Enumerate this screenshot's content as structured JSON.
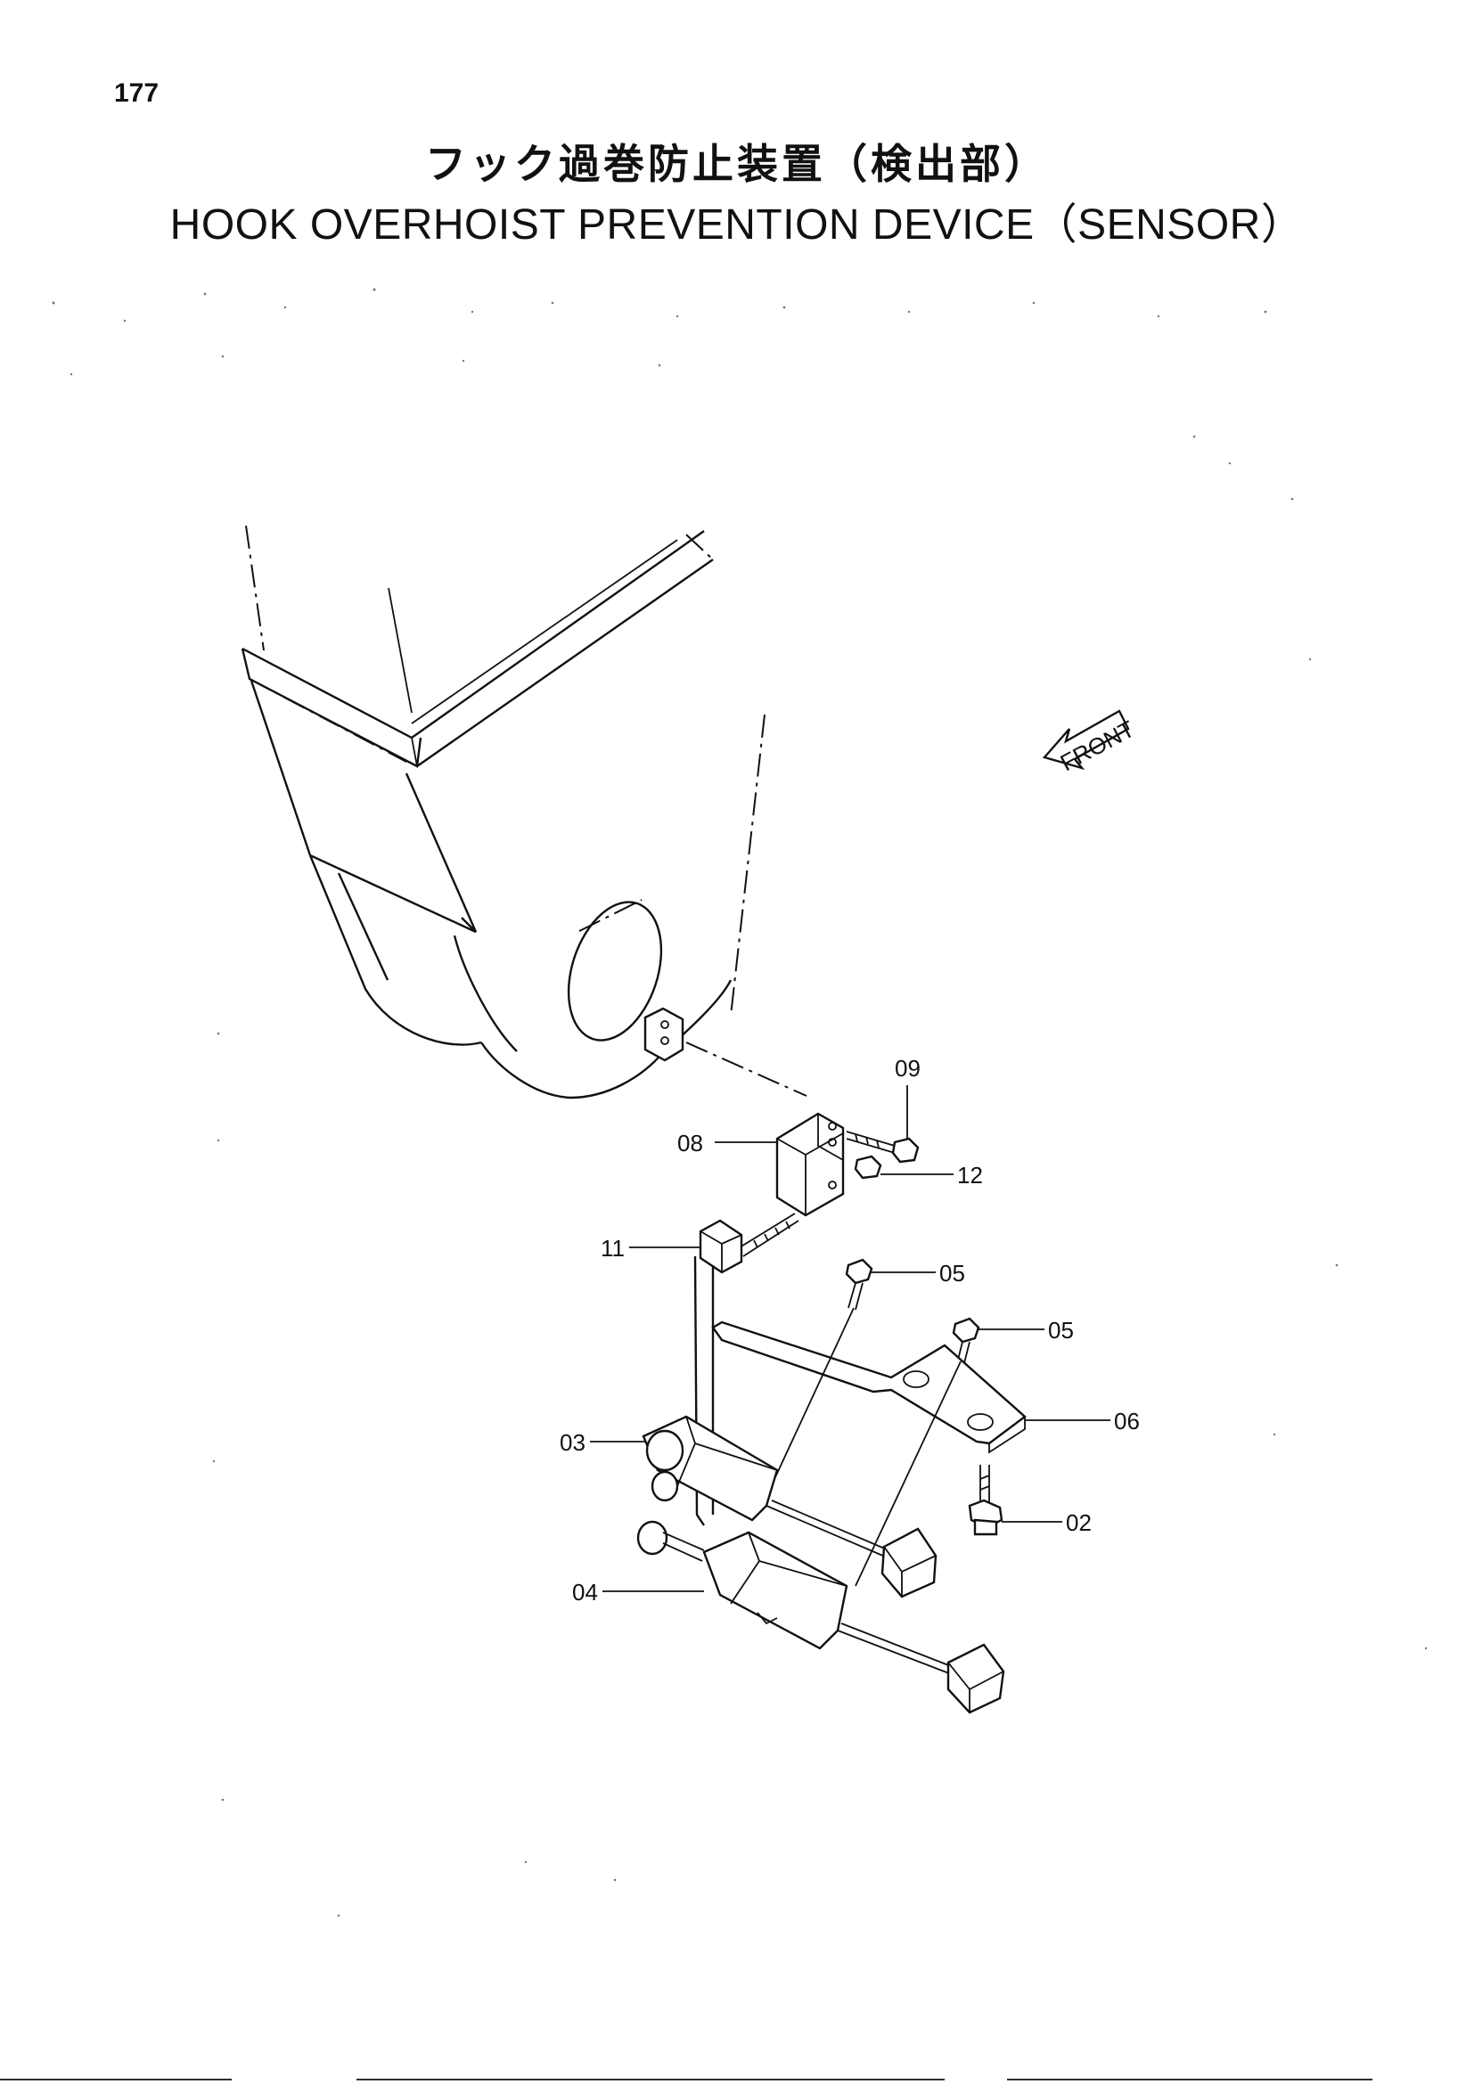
{
  "page_number": "177",
  "title_jp": "フック過巻防止装置（検出部）",
  "title_en": "HOOK OVERHOIST PREVENTION DEVICE（SENSOR）",
  "front_arrow_label": "FRONT",
  "callouts": {
    "p02": "02",
    "p03": "03",
    "p04": "04",
    "p05a": "05",
    "p05b": "05",
    "p06": "06",
    "p08": "08",
    "p09": "09",
    "p11": "11",
    "p12": "12"
  }
}
